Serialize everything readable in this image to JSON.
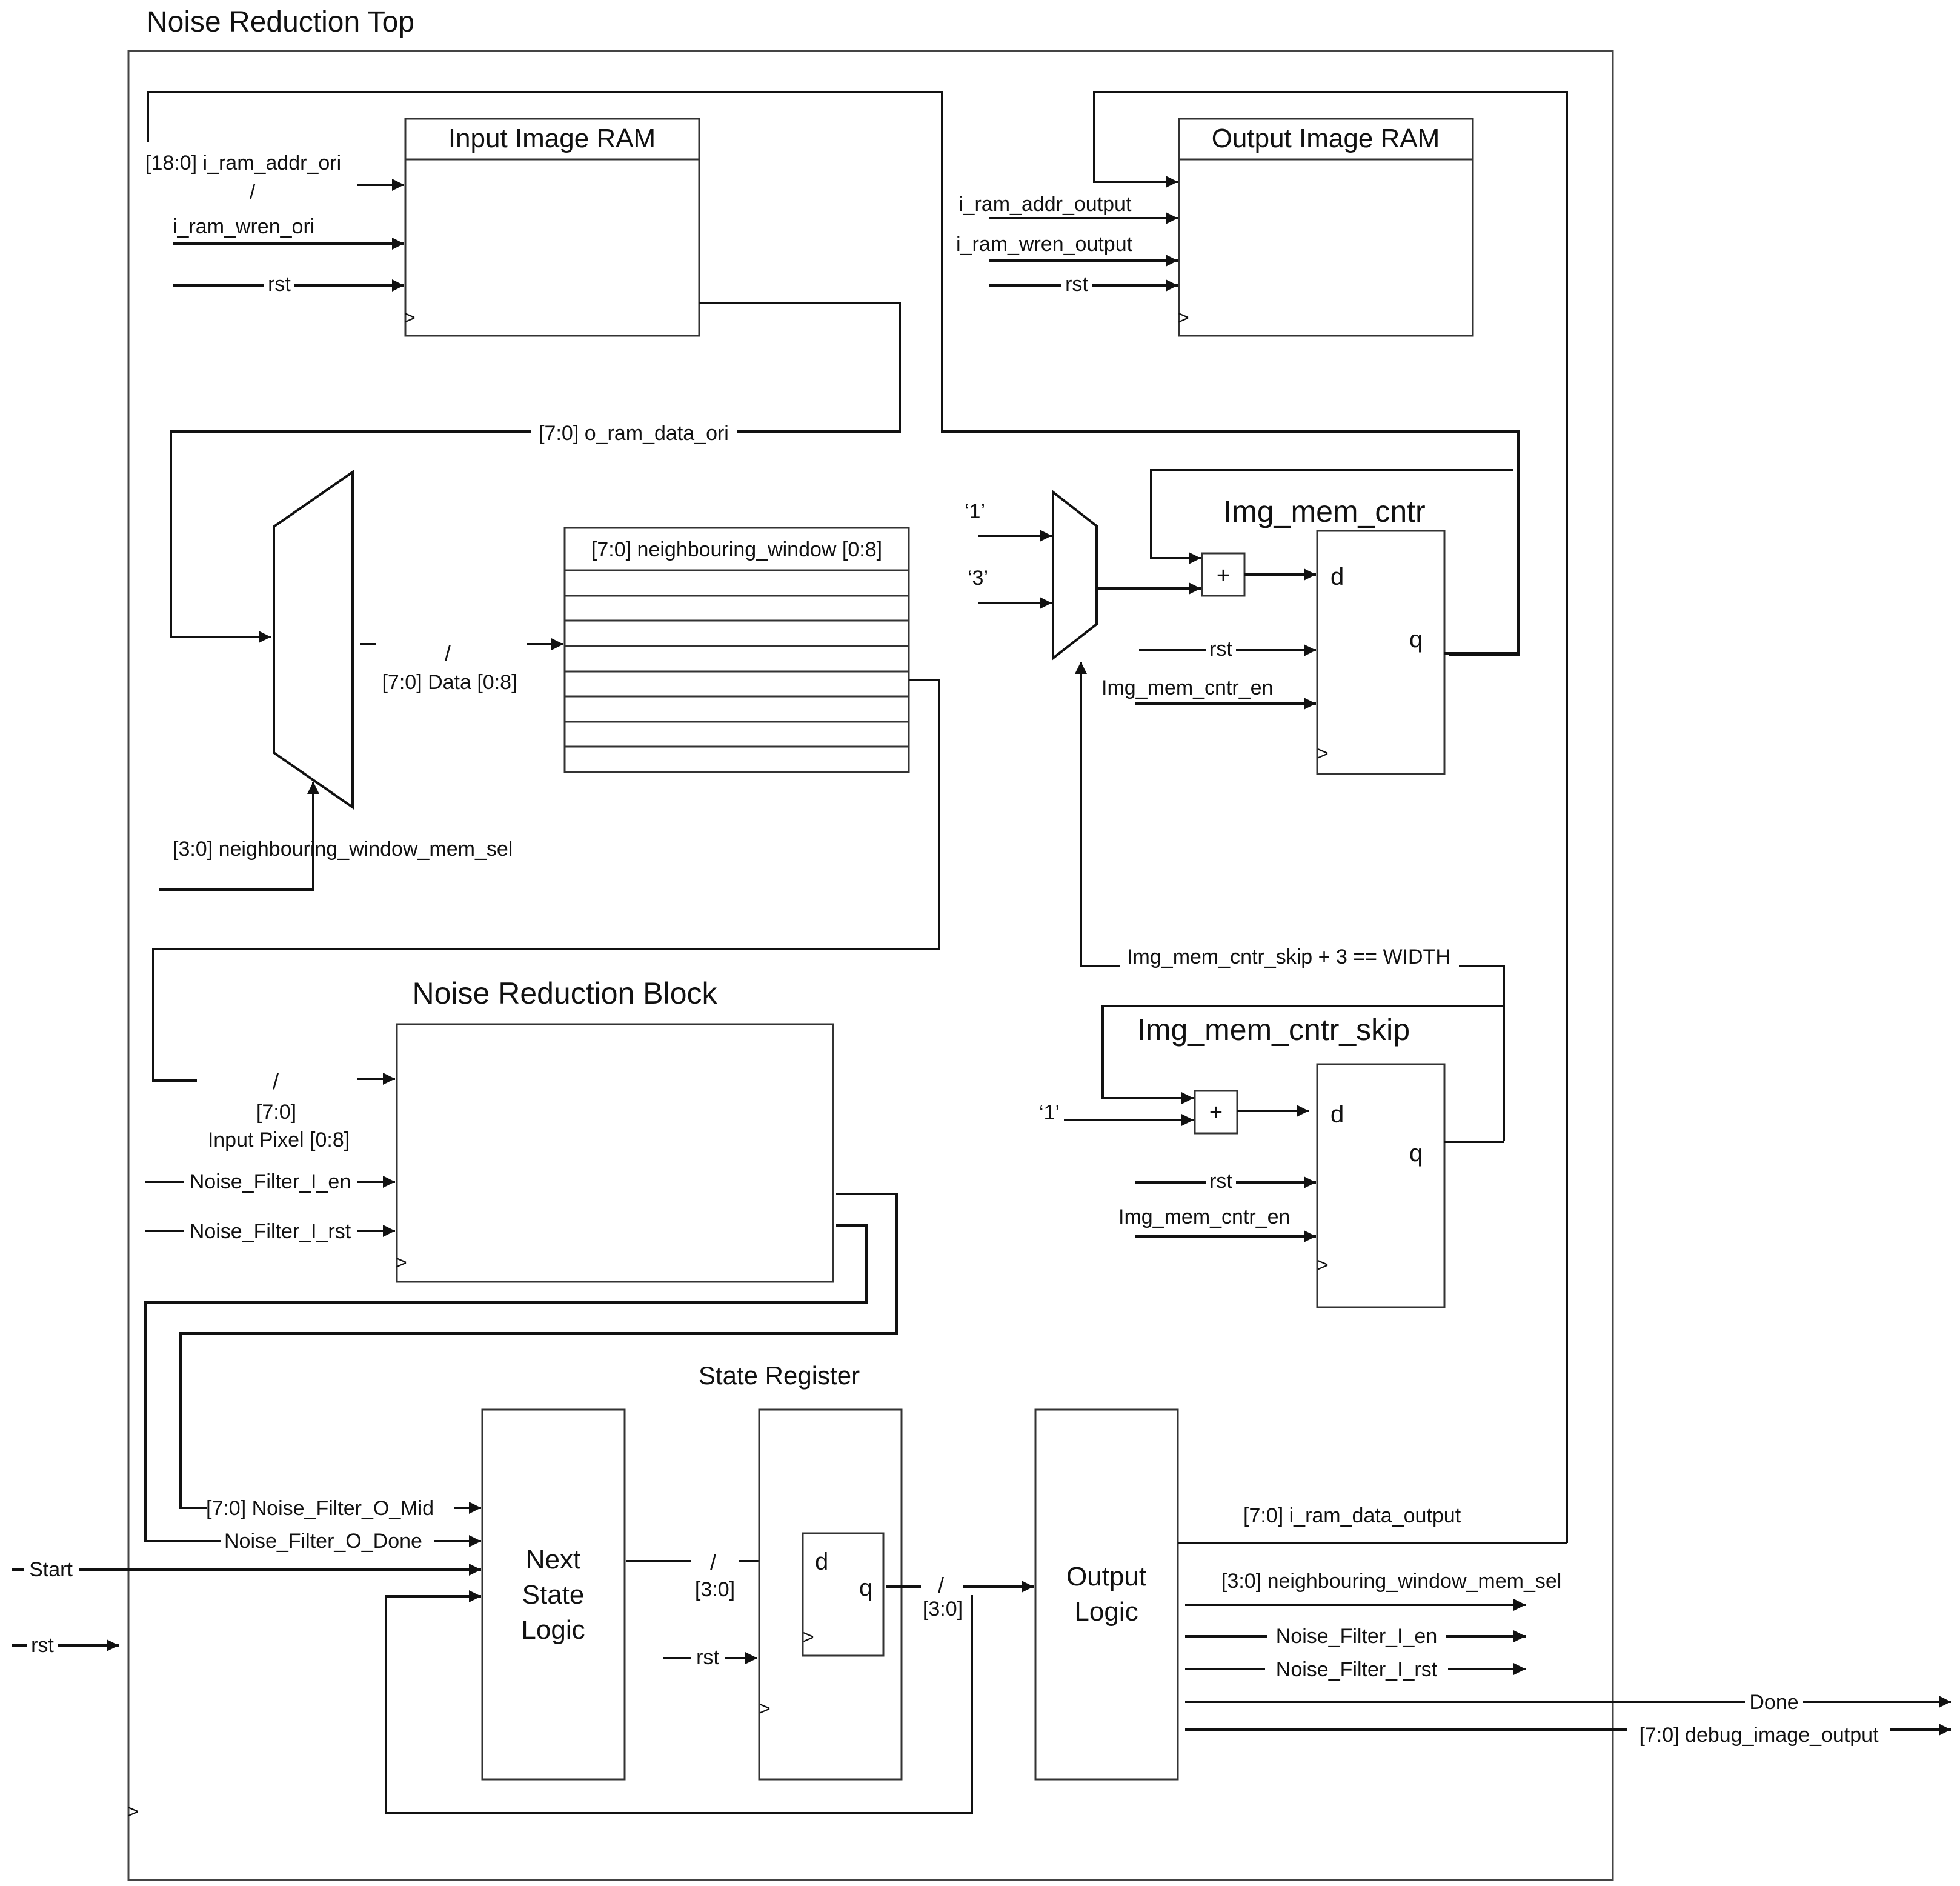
{
  "title": "Noise Reduction Top",
  "input_ram": {
    "title": "Input Image RAM",
    "addr_label": "[18:0] i_ram_addr_ori",
    "wren_label": "i_ram_wren_ori",
    "rst_label": "rst",
    "clk_symbol": ">"
  },
  "output_ram": {
    "title": "Output Image RAM",
    "addr_label": "i_ram_addr_output",
    "wren_label": "i_ram_wren_output",
    "rst_label": "rst",
    "clk_symbol": ">"
  },
  "bus_o_ram_data_ori": "[7:0] o_ram_data_ori",
  "mux_data_label": "[7:0] Data [0:8]",
  "mux_sel_label": "[3:0] neighbouring_window_mem_sel",
  "window_title": "[7:0] neighbouring_window [0:8]",
  "bus_slash": "/",
  "img_mem_cntr": {
    "title": "Img_mem_cntr",
    "const_1": "‘1’",
    "const_3": "‘3’",
    "plus": "+",
    "d": "d",
    "q": "q",
    "rst_label": "rst",
    "en_label": "Img_mem_cntr_en",
    "clk_symbol": ">"
  },
  "skip_condition": "Img_mem_cntr_skip + 3 == WIDTH",
  "img_mem_cntr_skip": {
    "title": "Img_mem_cntr_skip",
    "const_1": "‘1’",
    "plus": "+",
    "d": "d",
    "q": "q",
    "rst_label": "rst",
    "en_label": "Img_mem_cntr_en",
    "clk_symbol": ">"
  },
  "noise_block": {
    "title": "Noise Reduction Block",
    "width_label": "[7:0]",
    "input_label": "Input Pixel [0:8]",
    "en_label": "Noise_Filter_I_en",
    "rst_label": "Noise_Filter_I_rst",
    "clk_symbol": ">"
  },
  "state_register_title": "State Register",
  "fsm": {
    "mid_label": "[7:0] Noise_Filter_O_Mid",
    "done_in_label": "Noise_Filter_O_Done",
    "start_label": "Start",
    "rst_label": "rst",
    "next_state_lines": [
      "Next",
      "State",
      "Logic"
    ],
    "state_bus_1": "[3:0]",
    "state_bus_2": "[3:0]",
    "sr_rst_label": "rst",
    "d": "d",
    "q": "q",
    "clk_symbol": ">",
    "output_logic_lines": [
      "Output",
      "Logic"
    ]
  },
  "outputs": {
    "ram_data_output": "[7:0] i_ram_data_output",
    "window_sel": "[3:0] neighbouring_window_mem_sel",
    "filter_en": "Noise_Filter_I_en",
    "filter_rst": "Noise_Filter_I_rst",
    "done": "Done",
    "debug": "[7:0] debug_image_output"
  }
}
